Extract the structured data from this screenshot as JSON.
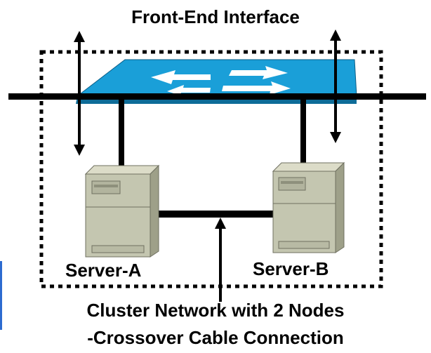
{
  "diagram": {
    "title": "Front-End Interface",
    "nodes": [
      {
        "id": "switch",
        "icon": "network-switch-icon"
      },
      {
        "id": "server-a",
        "label": "Server-A",
        "icon": "server-tower-icon"
      },
      {
        "id": "server-b",
        "label": "Server-B",
        "icon": "server-tower-icon"
      }
    ],
    "caption_line1": "Cluster Network with 2 Nodes",
    "caption_line2": "-Crossover Cable Connection",
    "colors": {
      "switch_top": "#1a9fd8",
      "switch_side": "#0e6c98",
      "server_body": "#c4c6b0",
      "server_shade": "#9ea089",
      "cable": "#000000",
      "left_accent": "#2d6bd0"
    }
  }
}
